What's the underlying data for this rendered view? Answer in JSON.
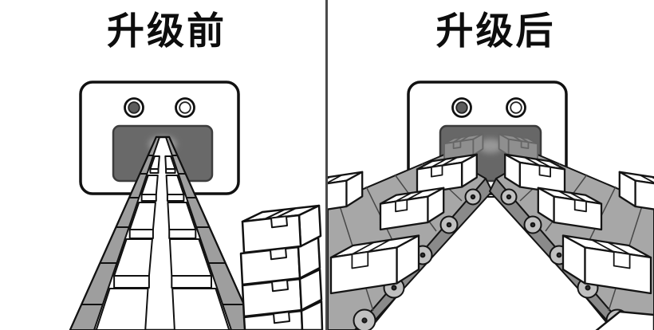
{
  "panels": [
    {
      "id": "before",
      "title": "升级前",
      "machine": {
        "left_light": "dark-filled",
        "right_light": "white-empty",
        "mouth": "dark-opening"
      },
      "conveyor_count": 1,
      "conveyor_contents": "flat unassembled box blanks",
      "side_stack_box_count": 4
    },
    {
      "id": "after",
      "title": "升级后",
      "machine": {
        "left_light": "dark-filled",
        "right_light": "white-empty",
        "mouth": "dark-opening"
      },
      "conveyor_count": 2,
      "conveyor_contents": "assembled boxes with handle slots",
      "ground_box_bottom_right": true
    }
  ],
  "colors": {
    "background": "#ffffff",
    "ink": "#141414",
    "machine_mouth": "#696969",
    "rail_gray": "#9e9e9e",
    "belt_gray": "#a7a7a7",
    "belt_side_gray": "#8a8a8a",
    "roller_gray": "#c0c0c0",
    "floor_gray": "#b2b2b2",
    "divider": "#4a4a4a",
    "light_on": "#5c5c5c"
  }
}
